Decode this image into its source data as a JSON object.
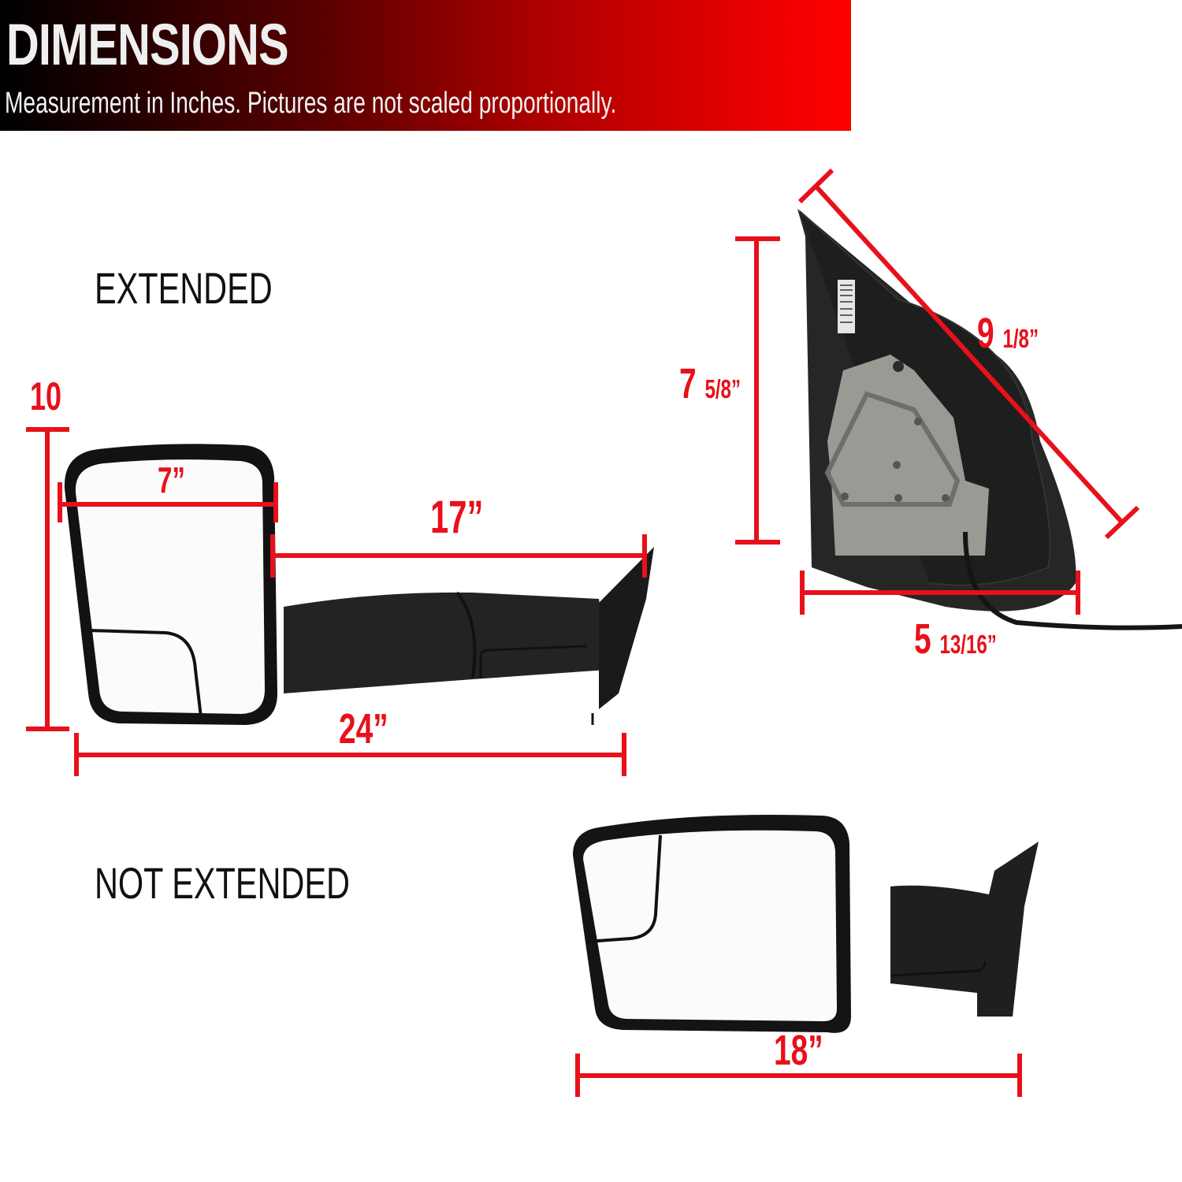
{
  "header": {
    "title": "DIMENSIONS",
    "subtitle": "Measurement in Inches. Pictures are not scaled proportionally."
  },
  "colors": {
    "accent": "#e8101a",
    "banner_start": "#000000",
    "banner_end": "#ff0000",
    "mirror_body": "#1c1c1c"
  },
  "sections": {
    "extended": {
      "label": "EXTENDED",
      "dimensions": {
        "height": {
          "whole": "10",
          "fraction": ""
        },
        "glass_width": {
          "whole": "7”",
          "fraction": ""
        },
        "arm_length": {
          "whole": "17”",
          "fraction": ""
        },
        "total_length": {
          "whole": "24”",
          "fraction": ""
        }
      }
    },
    "mount": {
      "dimensions": {
        "height": {
          "whole": "7",
          "fraction": "5/8”"
        },
        "diagonal": {
          "whole": "9",
          "fraction": "1/8”"
        },
        "base_width": {
          "whole": "5",
          "fraction": "13/16”"
        }
      }
    },
    "not_extended": {
      "label": "NOT EXTENDED",
      "dimensions": {
        "total_length": {
          "whole": "18”",
          "fraction": ""
        }
      }
    }
  }
}
